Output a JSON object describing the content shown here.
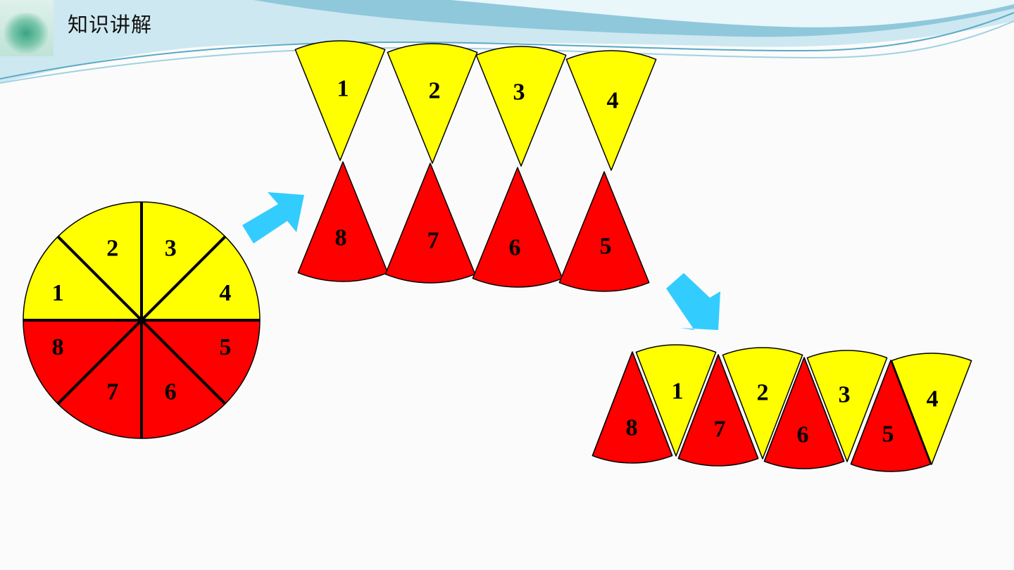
{
  "header": {
    "title": "知识讲解"
  },
  "colors": {
    "top_half": "#ffff00",
    "bottom_half": "#ff0000",
    "outline": "#000000",
    "arrow": "#33ccff",
    "banner_light": "#cfe9f2",
    "banner_mid": "#8cc4d8"
  },
  "diagram": {
    "circle": {
      "sectors": [
        "1",
        "2",
        "3",
        "4",
        "5",
        "6",
        "7",
        "8"
      ]
    },
    "split_strip": {
      "top_row": [
        "1",
        "2",
        "3",
        "4"
      ],
      "bottom_row": [
        "8",
        "7",
        "6",
        "5"
      ]
    },
    "joined_strip": {
      "up_pieces": [
        "1",
        "2",
        "3",
        "4"
      ],
      "down_pieces": [
        "8",
        "7",
        "6",
        "5"
      ]
    }
  }
}
